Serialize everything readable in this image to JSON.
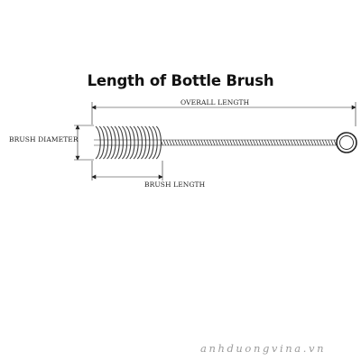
{
  "title": "Length of Bottle Brush",
  "labels": {
    "overall_length": "OVERALL LENGTH",
    "brush_diameter": "BRUSH DIAMETER",
    "brush_length": "BRUSH LENGTH"
  },
  "watermark": "anhduongvina.vn",
  "colors": {
    "line": "#222222",
    "bristle": "#444444",
    "watermark": "#9a9a9a"
  }
}
